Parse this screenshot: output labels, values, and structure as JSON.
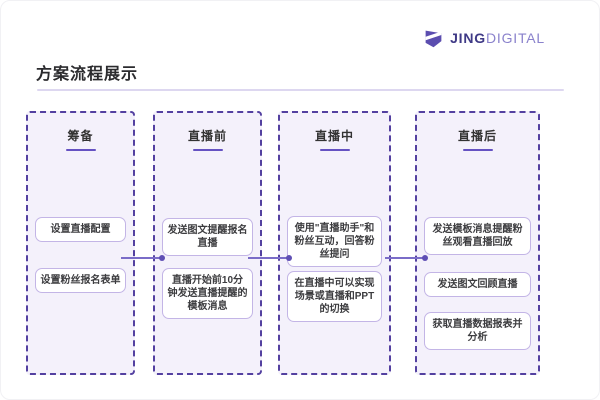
{
  "logo": {
    "icon": "jingdigital-mark",
    "text_bold": "JING",
    "text_light": "DIGITAL"
  },
  "page": {
    "title": "方案流程展示"
  },
  "flow": {
    "stages": [
      {
        "title": "筹备",
        "items": [
          "设置直播配置",
          "设置粉丝报名表单"
        ]
      },
      {
        "title": "直播前",
        "items": [
          "发送图文提醒报名直播",
          "直播开始前10分钟发送直播提醒的模板消息"
        ]
      },
      {
        "title": "直播中",
        "items": [
          "使用\"直播助手\"和粉丝互动，回答粉丝提问",
          "在直播中可以实现场景或直播和PPT的切换"
        ]
      },
      {
        "title": "直播后",
        "items": [
          "发送模板消息提醒粉丝观看直播回放",
          "发送图文回顾直播",
          "获取直播数据报表并分析"
        ]
      }
    ]
  },
  "colors": {
    "brand_purple": "#5b4daf",
    "logo_text_dark": "#3f3a86",
    "logo_text_light": "#8a82cc",
    "stage_background": "#f4f1fb",
    "stage_dashed_border": "#5340a0",
    "item_border": "#c3b5e6",
    "header_underline": "#6552c2",
    "connector": "#7a6cc8",
    "title_text": "#2b2b2e"
  }
}
